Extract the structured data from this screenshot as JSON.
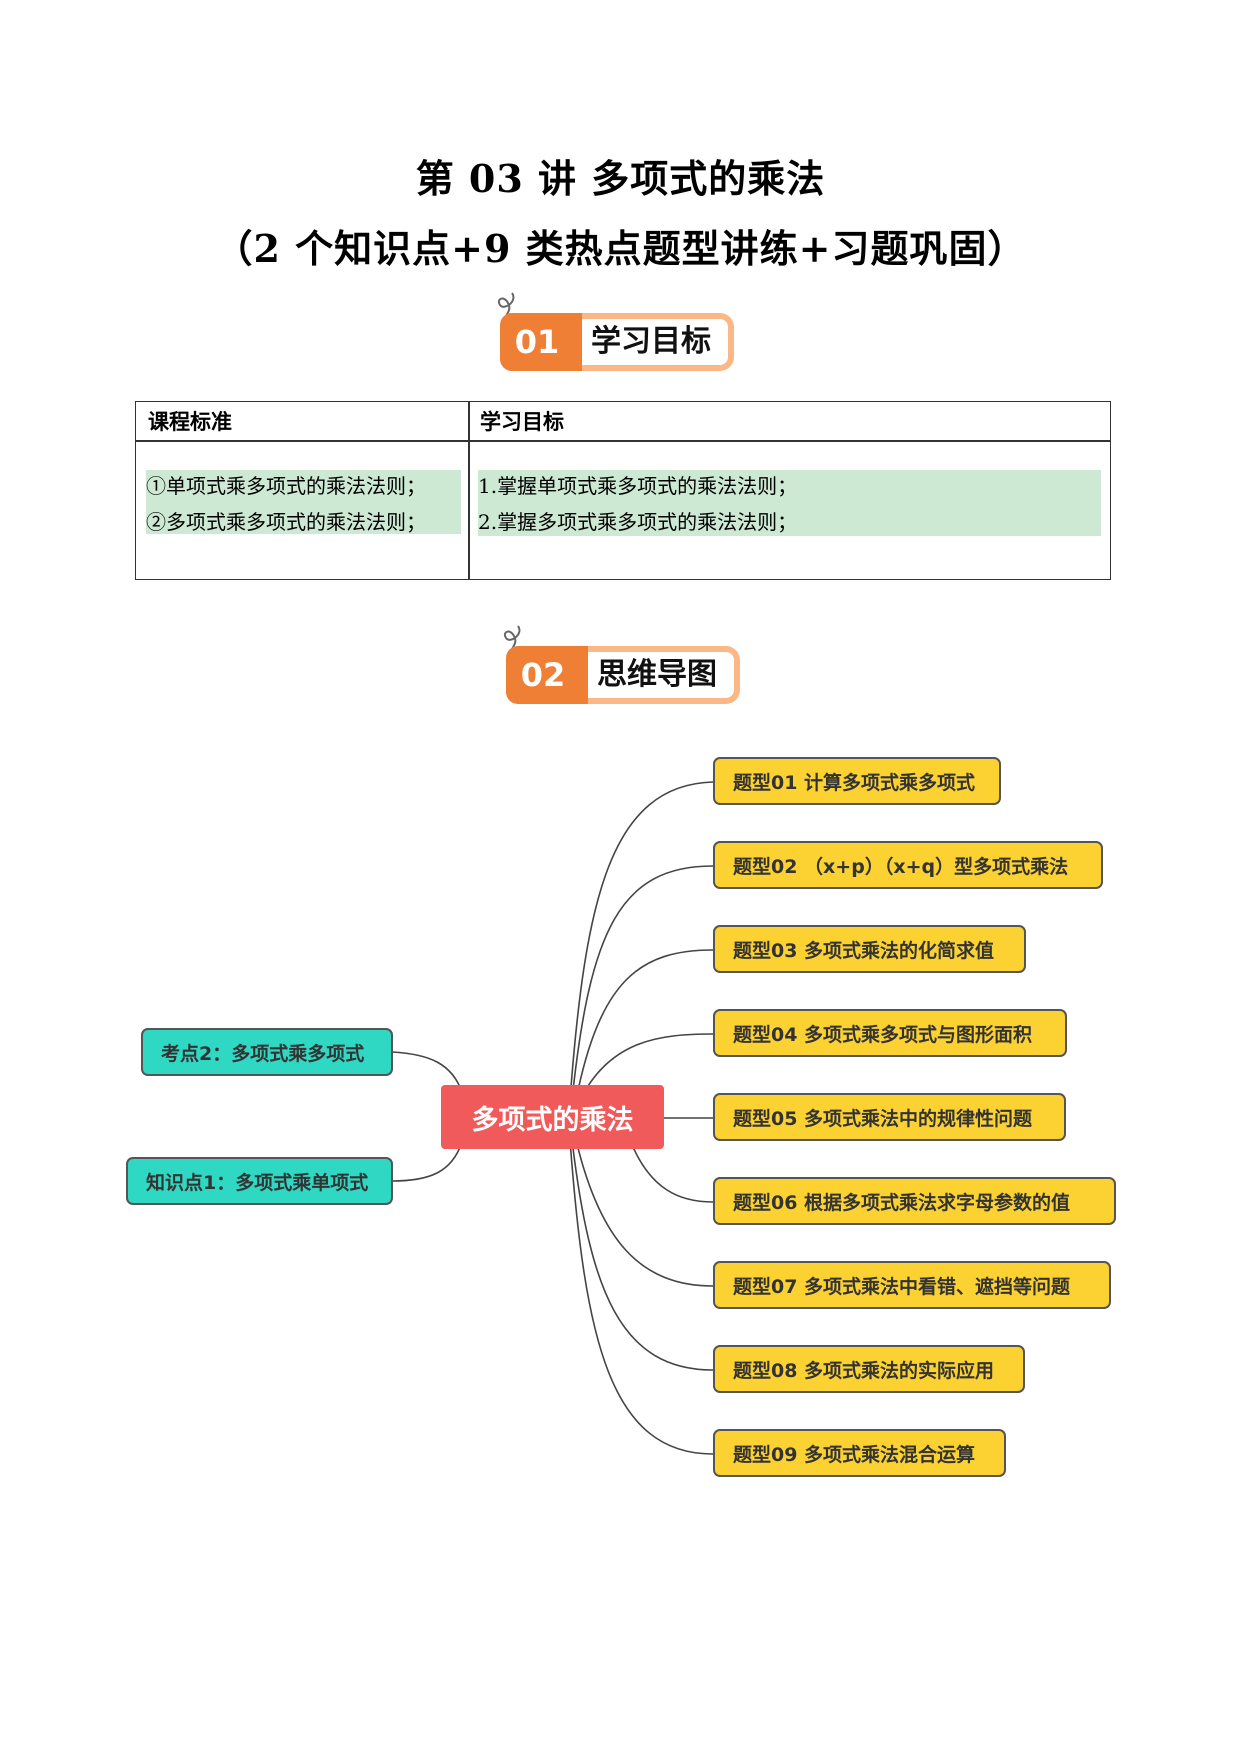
{
  "header": {
    "title": "第 03 讲  多项式的乘法",
    "subtitle": "（2 个知识点+9 类热点题型讲练+习题巩固）"
  },
  "sections": [
    {
      "number": "01",
      "label": "学习目标"
    },
    {
      "number": "02",
      "label": "思维导图"
    }
  ],
  "standards_table": {
    "headers": [
      "课程标准",
      "学习目标"
    ],
    "standards": [
      "①单项式乘多项式的乘法法则；",
      "②多项式乘多项式的乘法法则；"
    ],
    "goals": [
      "1.掌握单项式乘多项式的乘法法则；",
      "2.掌握多项式乘多项式的乘法法则；"
    ]
  },
  "mindmap": {
    "center": "多项式的乘法",
    "left_nodes": [
      "考点2：多项式乘多项式",
      "知识点1：多项式乘单项式"
    ],
    "right_nodes": [
      "题型01  计算多项式乘多项式",
      "题型02  （x+p）（x+q）型多项式乘法",
      "题型03  多项式乘法的化简求值",
      "题型04  多项式乘多项式与图形面积",
      "题型05  多项式乘法中的规律性问题",
      "题型06  根据多项式乘法求字母参数的值",
      "题型07  多项式乘法中看错、遮挡等问题",
      "题型08  多项式乘法的实际应用",
      "题型09  多项式乘法混合运算"
    ],
    "colors": {
      "center": "#f05a5a",
      "topic": "#fcd233",
      "knowledge": "#2ed8c3",
      "accent": "#f07f36"
    }
  }
}
